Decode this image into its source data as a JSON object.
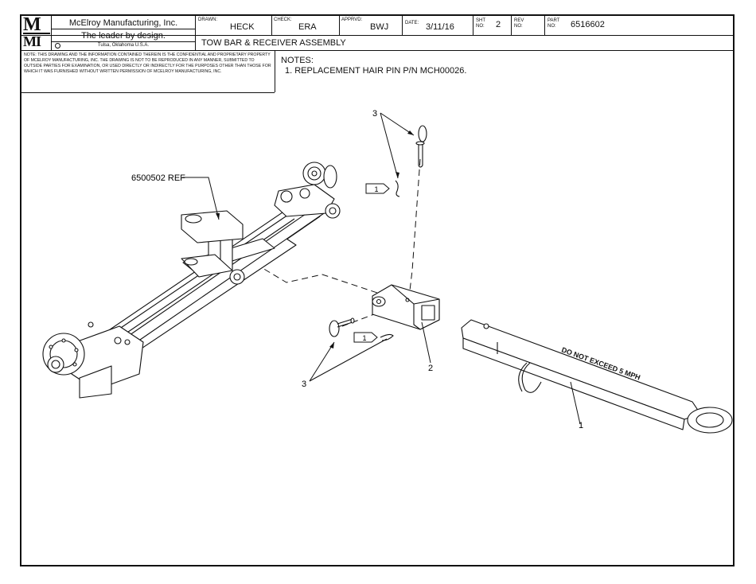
{
  "logo": {
    "top": "M",
    "bottom": "MI"
  },
  "company": {
    "name": "McElroy Manufacturing, Inc.",
    "tagline": "The leader by design.",
    "location": "Tulsa, Oklahoma U.S.A."
  },
  "title_block": {
    "drawn_label": "DRAWN:",
    "drawn": "HECK",
    "check_label": "CHECK:",
    "check": "ERA",
    "apprvd_label": "APPRVD:",
    "apprvd": "BWJ",
    "date_label": "DATE:",
    "date": "3/11/16",
    "sht_label": "SHT No:",
    "sht": "2",
    "rev_label": "REV No:",
    "rev": "",
    "part_label": "PART No:",
    "part": "6516602"
  },
  "drawing_title": "TOW BAR & RECEIVER ASSEMBLY",
  "confidential_note": "NOTE: THIS DRAWING AND THE INFORMATION CONTAINED THEREIN IS THE CONFIDENTIAL AND PROPRIETARY PROPERTY OF McElroy Manufacturing, Inc. THE DRAWING IS NOT TO BE REPRODUCED IN ANY MANNER, SUBMITTED TO OUTSIDE PARTIES FOR EXAMINATION, OR USED DIRECTLY OR INDIRECTLY FOR THE PURPOSES OTHER THAN THOSE FOR WHICH IT WAS FURNISHED WITHOUT WRITTEN PERMISSION OF McElroy Manufacturing, Inc.",
  "notes": {
    "heading": "NOTES:",
    "items": [
      "1. REPLACEMENT HAIR PIN P/N MCH00026."
    ]
  },
  "callouts": {
    "ref": "6500502 REF",
    "item3_top": "3",
    "item3_bottom": "3",
    "item2": "2",
    "item1": "1",
    "flag_top": "1",
    "flag_bottom": "1"
  },
  "tow_bar_text": "DO NOT EXCEED 5 MPH"
}
